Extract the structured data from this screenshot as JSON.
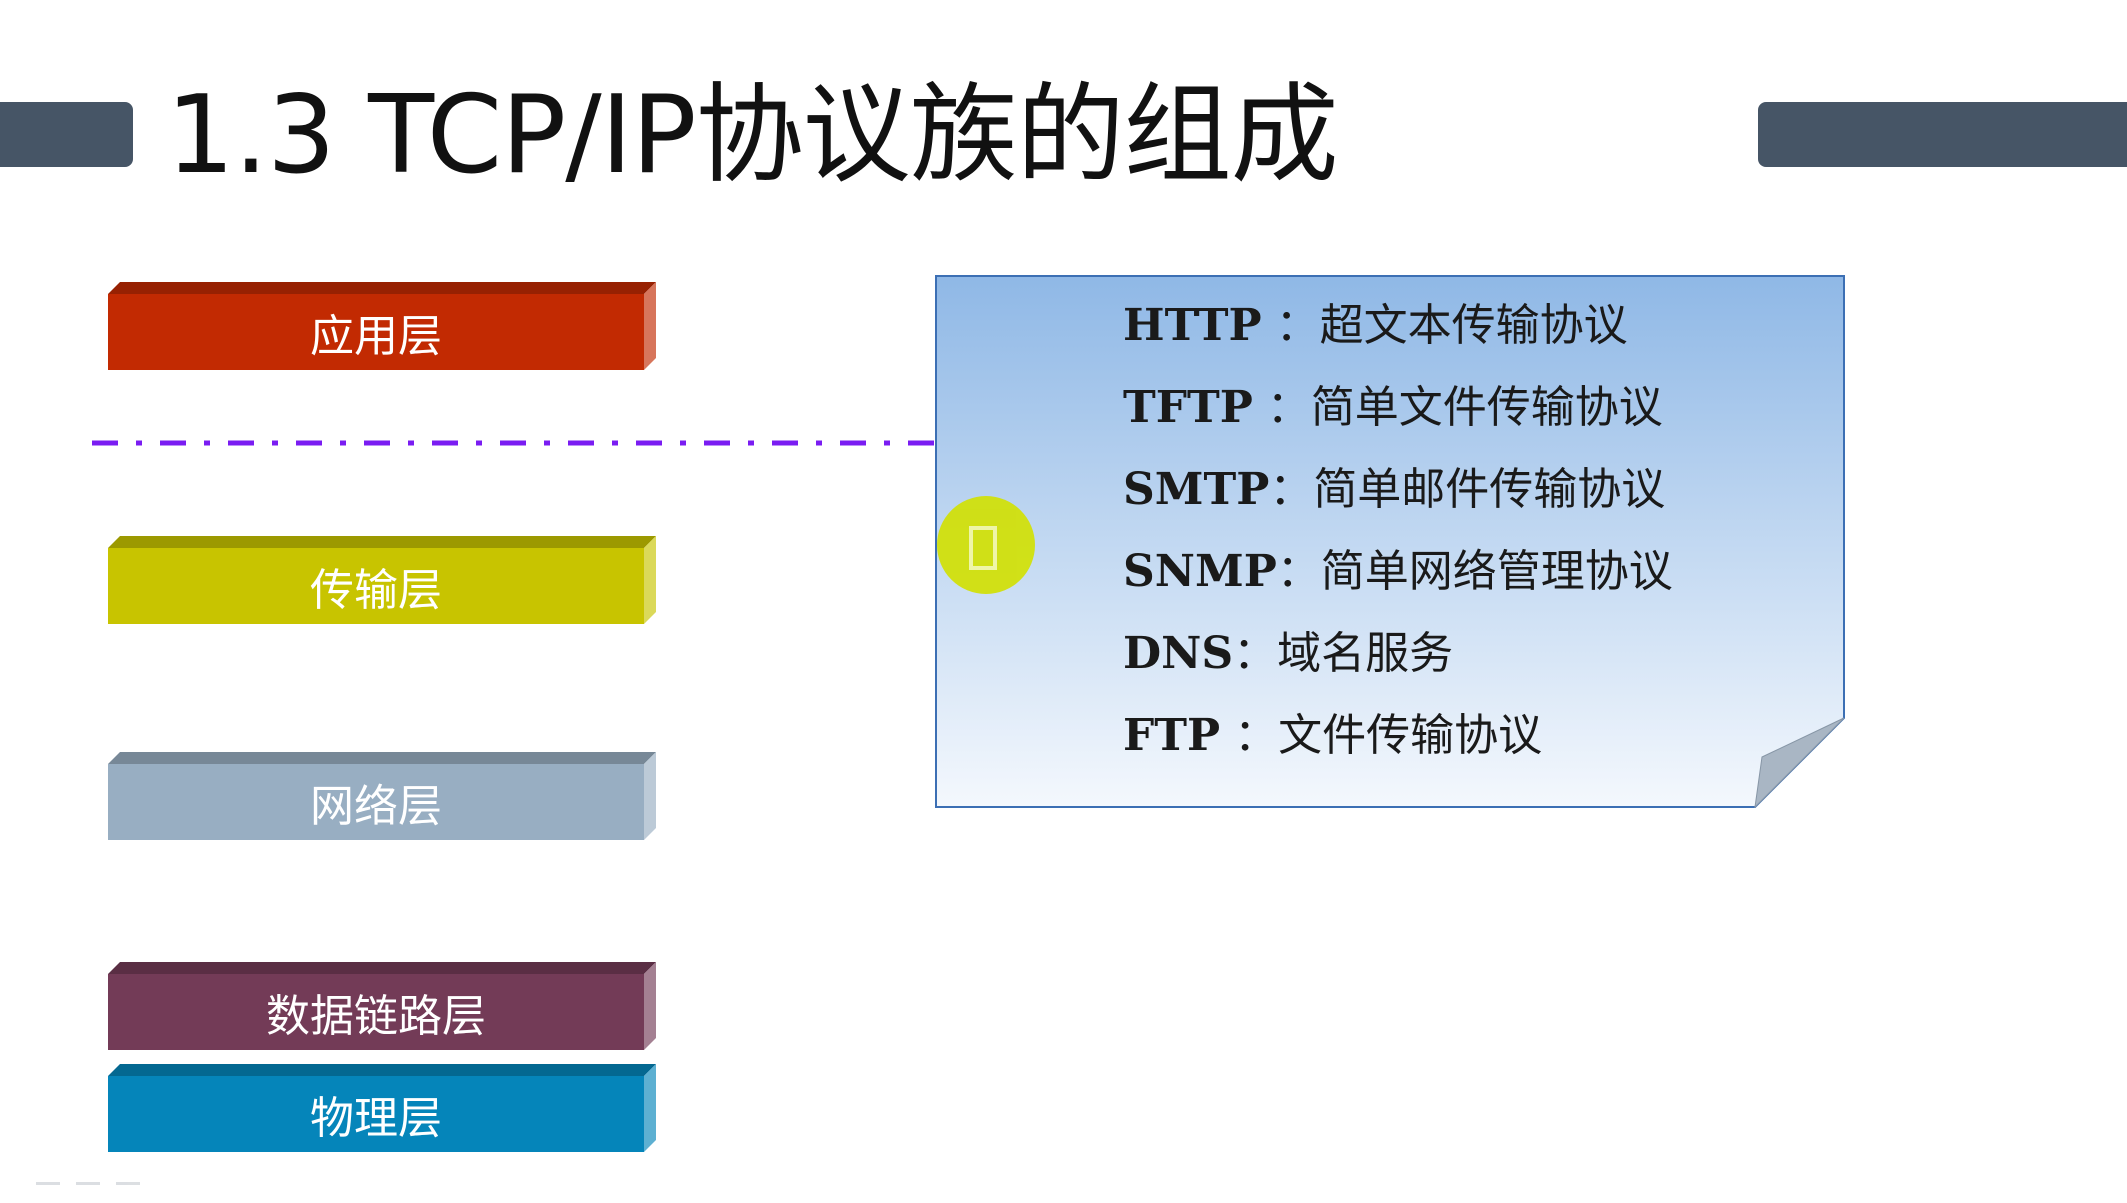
{
  "slide": {
    "title": "1.3 TCP/IP协议族的组成"
  },
  "layers": [
    {
      "label": "应用层",
      "color": "#c22a02"
    },
    {
      "label": "传输层",
      "color": "#c8c400"
    },
    {
      "label": "网络层",
      "color": "#98aec2"
    },
    {
      "label": "数据链路层",
      "color": "#733b57"
    },
    {
      "label": "物理层",
      "color": "#0585ba"
    }
  ],
  "divider": {
    "color": "#7a1cf2"
  },
  "protocols": [
    {
      "abbr": "HTTP",
      "sep": " ：",
      "desc": "超文本传输协议"
    },
    {
      "abbr": "TFTP",
      "sep": " ：",
      "desc": "简单文件传输协议"
    },
    {
      "abbr": "SMTP",
      "sep": "：",
      "desc": "简单邮件传输协议"
    },
    {
      "abbr": "SNMP",
      "sep": "：",
      "desc": "简单网络管理协议"
    },
    {
      "abbr": "DNS",
      "sep": "：",
      "desc": "域名服务"
    },
    {
      "abbr": "FTP",
      "sep": " ：",
      "desc": "文件传输协议"
    }
  ],
  "note_box": {
    "color_top": "#8fb8e6",
    "color_bottom": "#f4f8fd",
    "border": "#3c6fb4"
  },
  "pointer": {
    "color": "#d2e100"
  },
  "icons": [
    "pen-icon",
    "page-icon",
    "pointer-icon"
  ]
}
